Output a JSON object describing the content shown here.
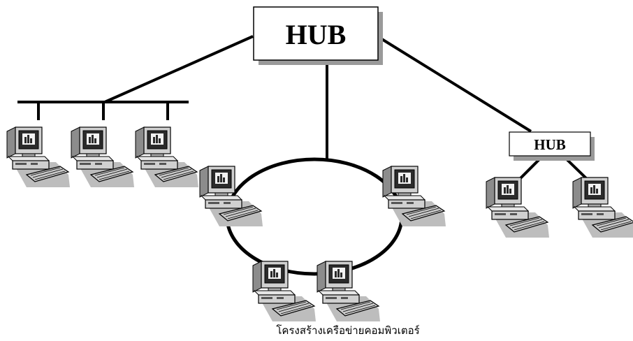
{
  "diagram": {
    "main_hub_label": "HUB",
    "small_hub_label": "HUB",
    "caption": "โครงสร้างเครือข่ายคอมพิวเตอร์"
  },
  "topologies": {
    "bus": {
      "computer_count": 3
    },
    "ring": {
      "computer_count": 4
    },
    "star": {
      "computer_count": 2
    }
  },
  "colors": {
    "line": "#000000",
    "box_fill": "#ffffff",
    "shadow": "#9a9a9a",
    "computer_body": "#d0d0d0",
    "screen": "#2b2b2b"
  },
  "icons": {
    "computer": "desktop-computer-icon"
  }
}
